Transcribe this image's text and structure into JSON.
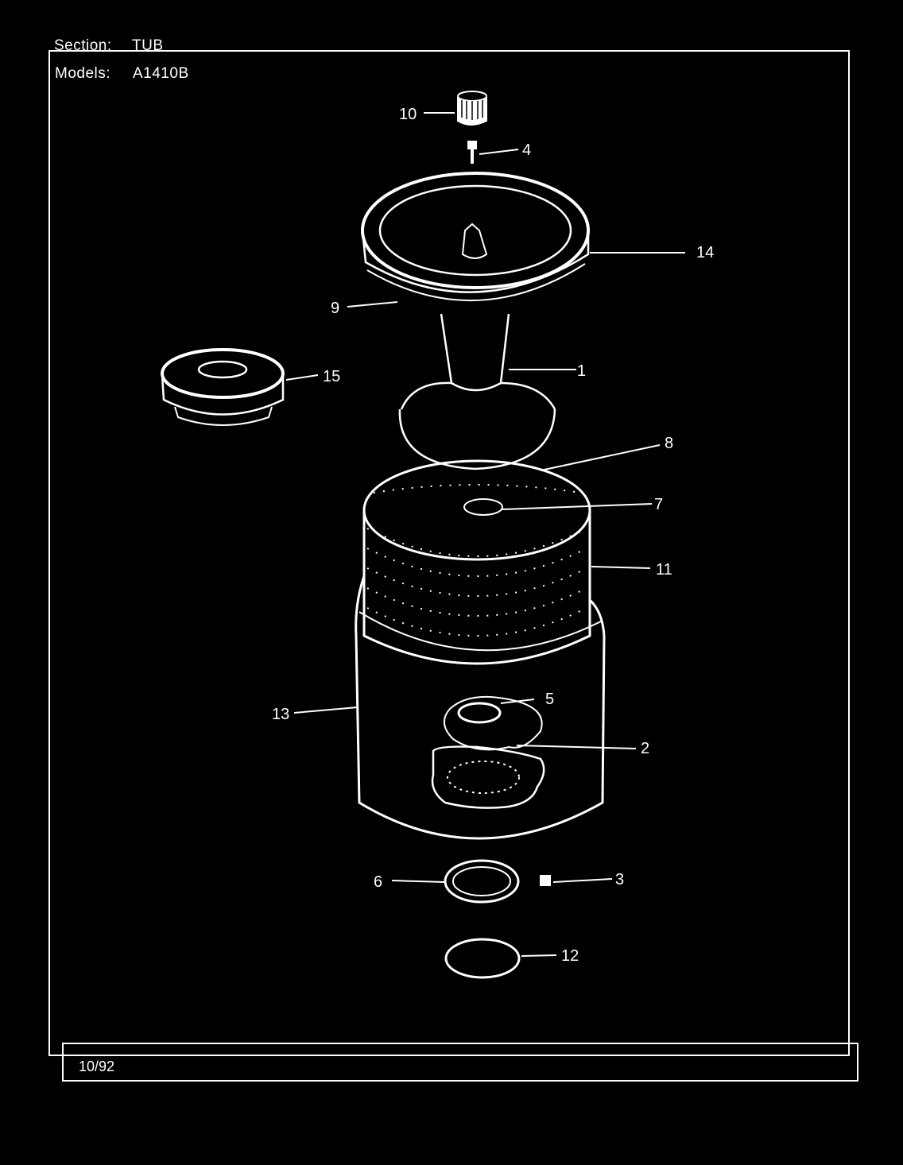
{
  "header": {
    "section_label": "Section:",
    "section_value": "TUB",
    "models_label": "Models:",
    "models_value": "A1410B"
  },
  "footer": {
    "date": "10/92"
  },
  "callouts": {
    "c1": "1",
    "c2": "2",
    "c3": "3",
    "c4": "4",
    "c5": "5",
    "c6": "6",
    "c7": "7",
    "c8": "8",
    "c9": "9",
    "c10": "10",
    "c11": "11",
    "c12": "12",
    "c13": "13",
    "c14": "14",
    "c15": "15"
  }
}
